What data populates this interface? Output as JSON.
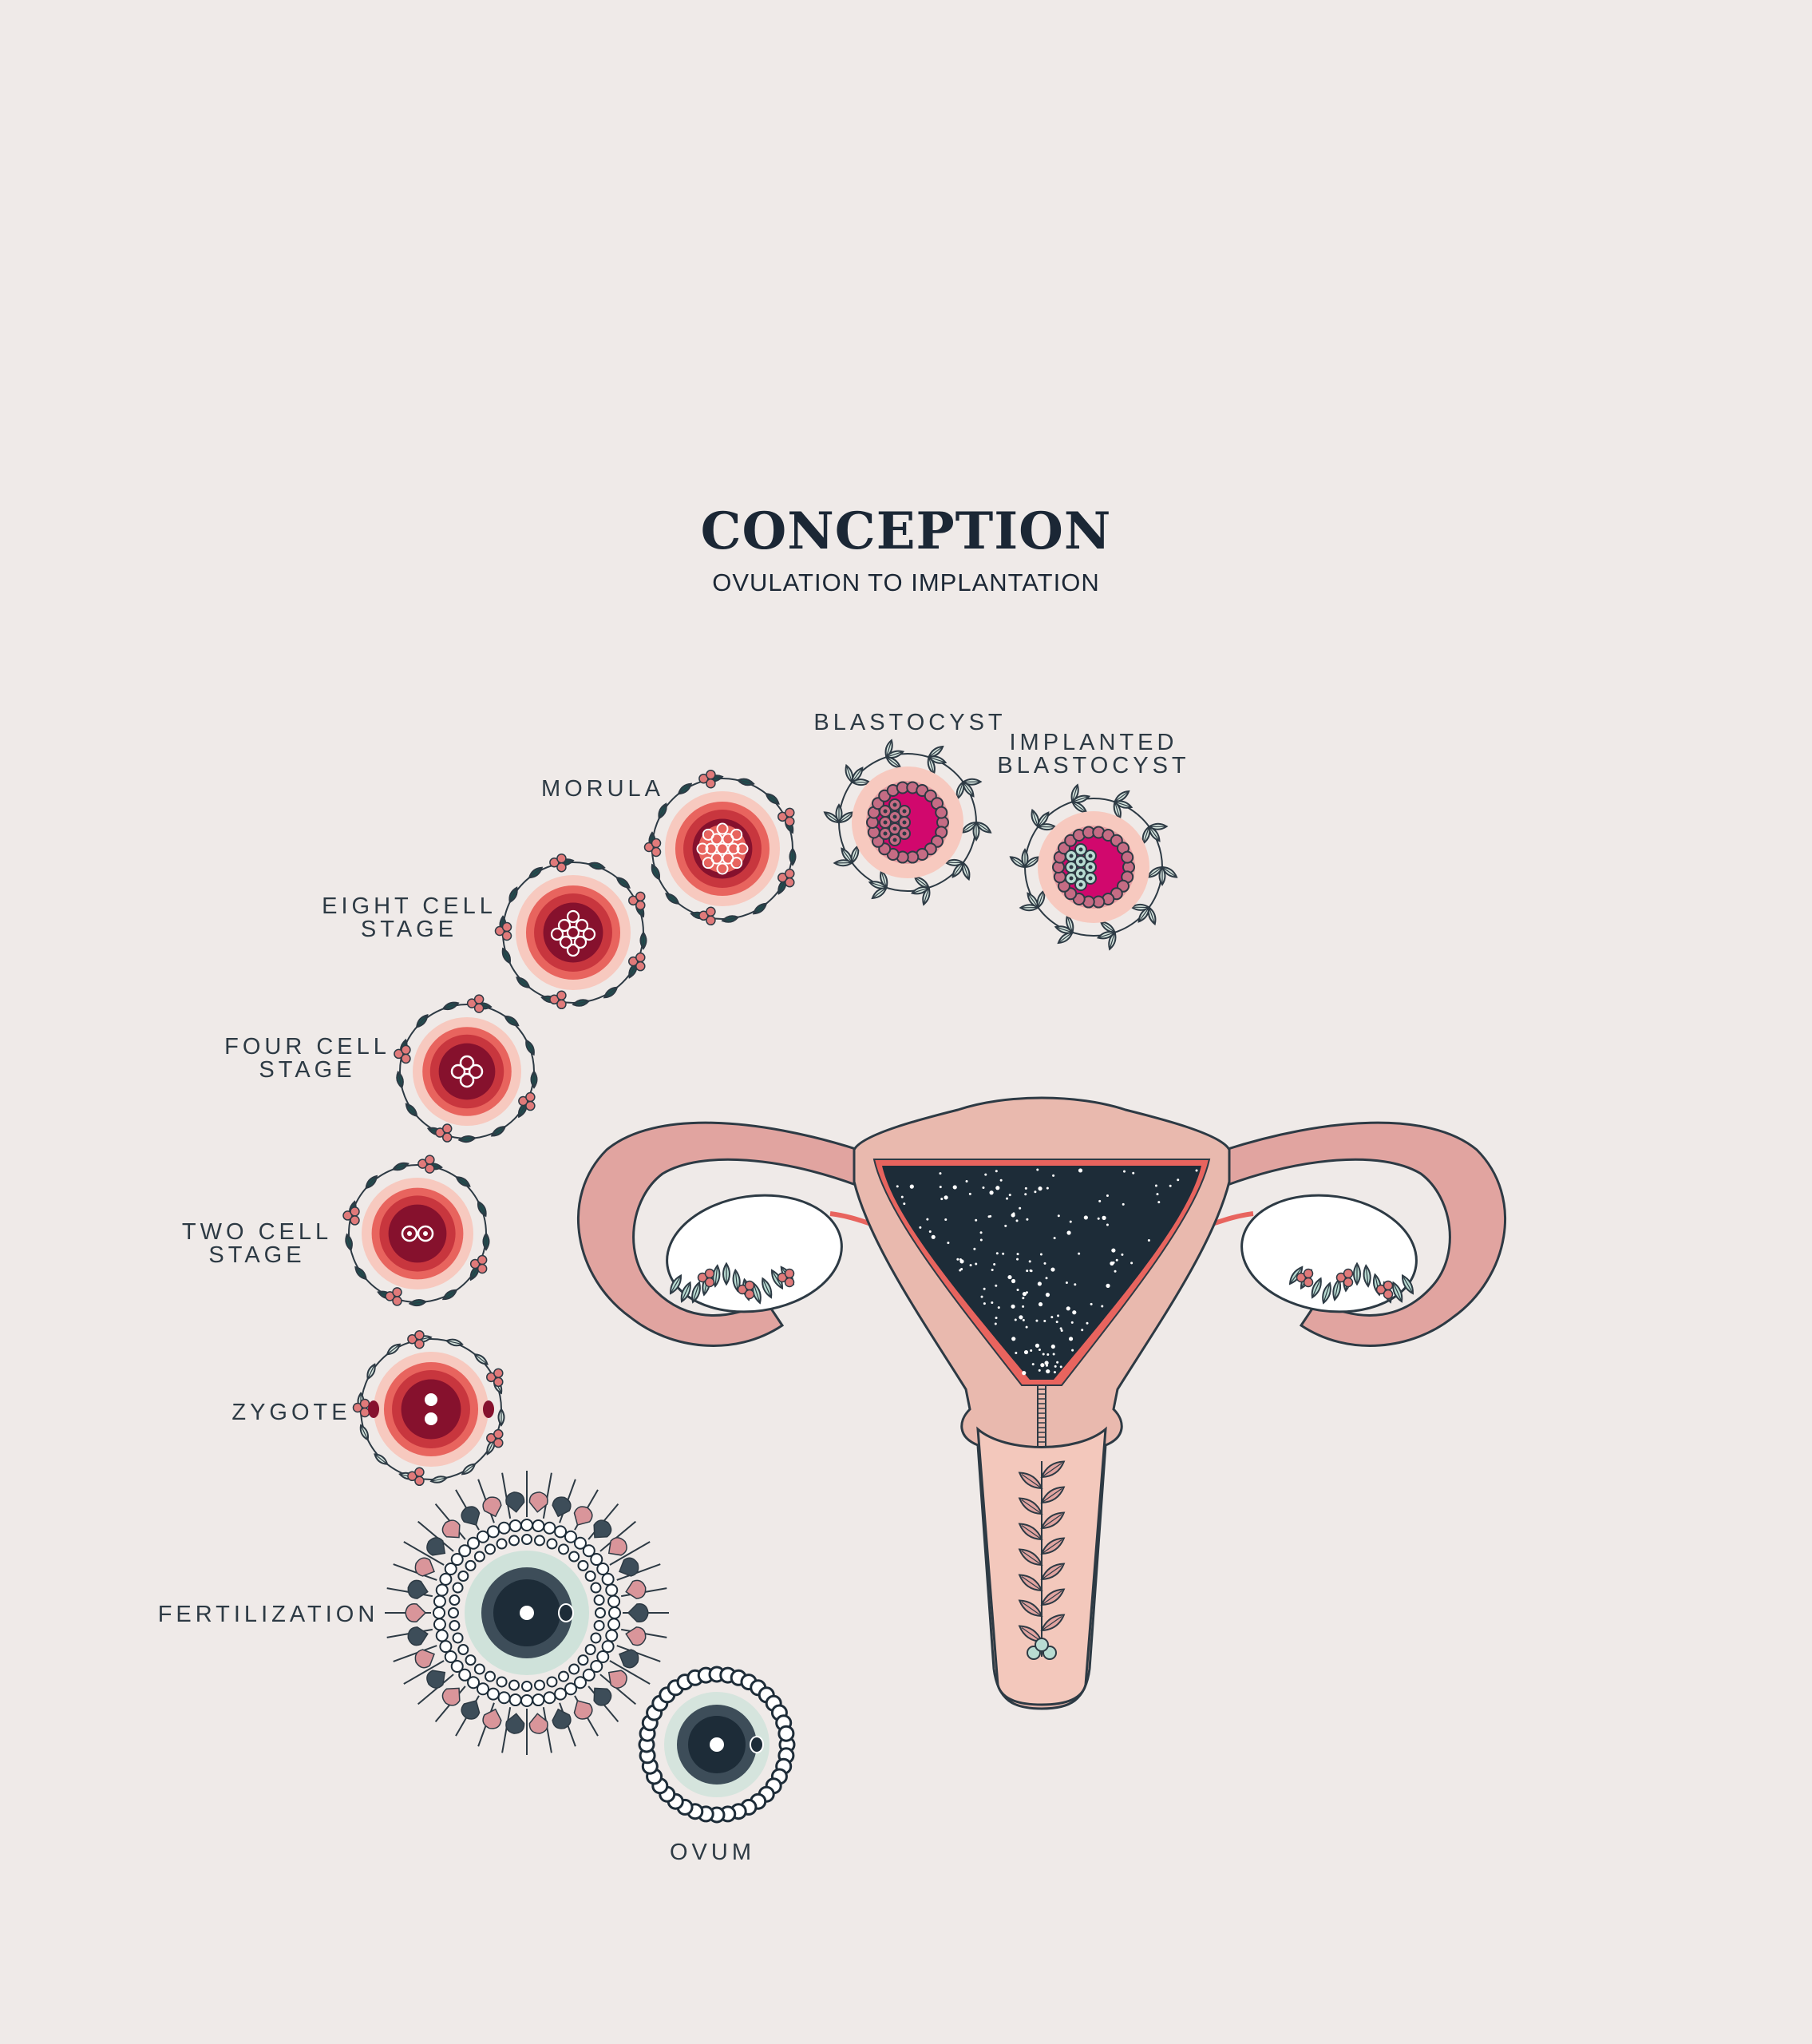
{
  "title": "CONCEPTION",
  "subtitle": "OVULATION TO IMPLANTATION",
  "stages": {
    "ovum": {
      "label": "OVUM"
    },
    "fertilization": {
      "label": "FERTILIZATION"
    },
    "zygote": {
      "label": "ZYGOTE"
    },
    "two_cell": {
      "line1": "TWO CELL",
      "line2": "STAGE"
    },
    "four_cell": {
      "line1": "FOUR CELL",
      "line2": "STAGE"
    },
    "eight_cell": {
      "line1": "EIGHT CELL",
      "line2": "STAGE"
    },
    "morula": {
      "label": "MORULA"
    },
    "blastocyst": {
      "label": "BLASTOCYST"
    },
    "implanted_blastocyst": {
      "line1": "IMPLANTED",
      "line2": "BLASTOCYST"
    }
  },
  "colors": {
    "background": "#efeae8",
    "ink": "#1b2735",
    "embryo_outer": "#f7c9bf",
    "embryo_ring": "#e8645e",
    "embryo_core": "#86112d",
    "blastocyst_cavity": "#d1086d",
    "uterus_tube": "#e1a4a0",
    "uterus_body": "#e9b9ae",
    "uterus_cavity": "#1d2c38",
    "leaf": "#b9dcd2",
    "berry": "#c9414b"
  },
  "icons": {
    "ovum": "ovum-cell-icon",
    "fertilization": "sperm-surrounded-ovum-icon",
    "uterus": "uterus-illustration"
  }
}
